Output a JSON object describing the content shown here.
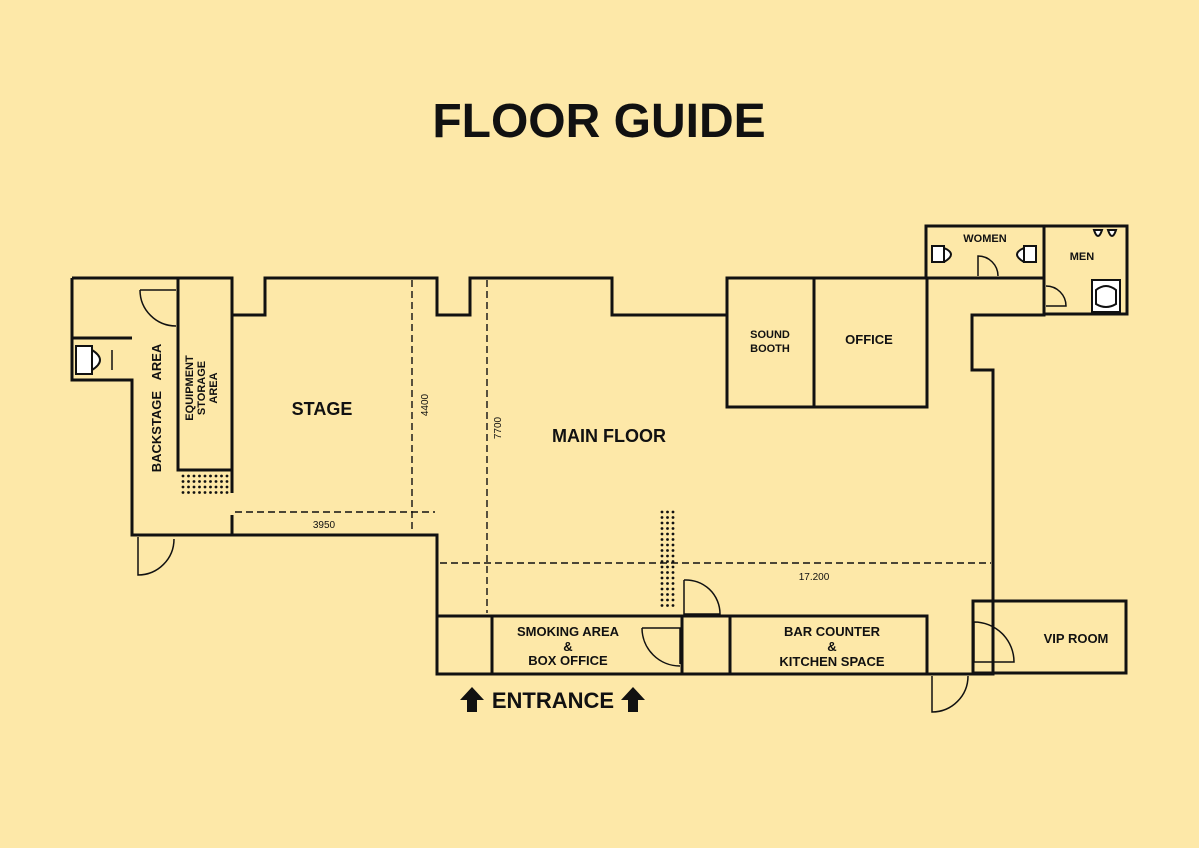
{
  "title": "FLOOR GUIDE",
  "rooms": {
    "stage": "STAGE",
    "main_floor": "MAIN FLOOR",
    "backstage": "BACKSTAGE   AREA",
    "equipment_1": "EQUIPMENT",
    "equipment_2": "STORAGE",
    "equipment_3": "AREA",
    "sound_1": "SOUND",
    "sound_2": "BOOTH",
    "office": "OFFICE",
    "women": "WOMEN",
    "men": "MEN",
    "smoking_1": "SMOKING AREA",
    "smoking_2": "&",
    "smoking_3": "BOX OFFICE",
    "bar_1": "BAR COUNTER",
    "bar_2": "&",
    "bar_3": "KITCHEN SPACE",
    "vip": "VIP ROOM"
  },
  "entrance": "ENTRANCE",
  "dimensions": {
    "stage_width": "3950",
    "stage_depth": "4400",
    "floor_depth": "7700",
    "floor_width": "17.200"
  }
}
